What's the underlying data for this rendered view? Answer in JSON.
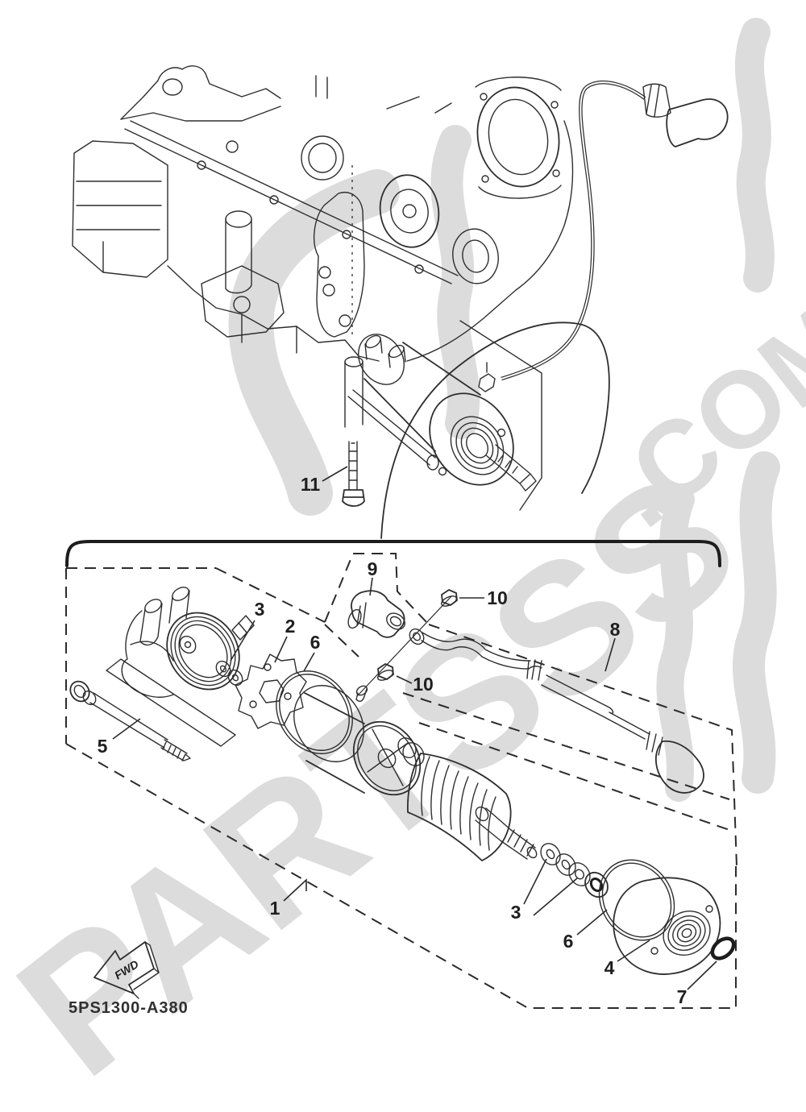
{
  "watermark": {
    "text_main": "PARTSSS",
    "text_suffix": ".COM",
    "color": "#dcdcdc"
  },
  "footer": {
    "part_code": "5PS1300-A380",
    "fwd_arrow_label": "FWD"
  },
  "callouts": {
    "l1": "1",
    "l2": "2",
    "l3a": "3",
    "l3b": "3",
    "l4": "4",
    "l5": "5",
    "l6a": "6",
    "l6b": "6",
    "l7": "7",
    "l8": "8",
    "l9": "9",
    "l10a": "10",
    "l10b": "10",
    "l11": "11"
  }
}
